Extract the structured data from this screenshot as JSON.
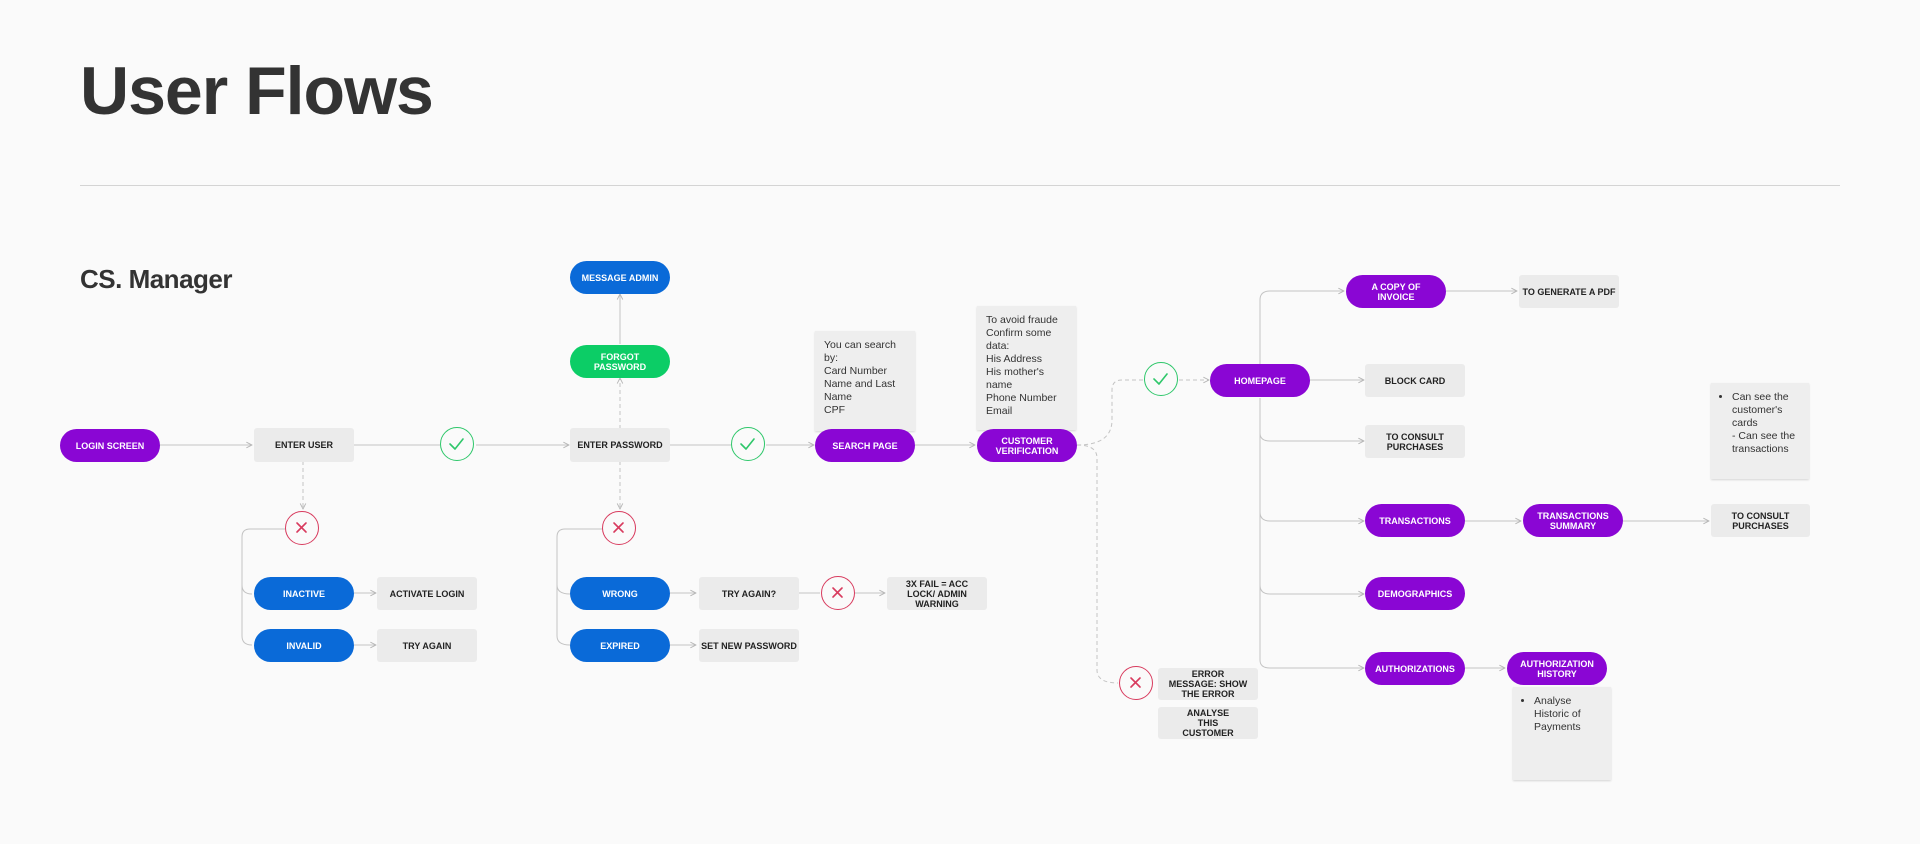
{
  "title": "User Flows",
  "subtitle": "CS. Manager",
  "colors": {
    "purple": "#8a06d4",
    "blue": "#0a6ad8",
    "green": "#0ccd66",
    "ok": "#2ec76a",
    "error": "#d83b5e"
  },
  "nodes": {
    "login_screen": "LOGIN SCREEN",
    "enter_user": "ENTER USER",
    "inactive": "INACTIVE",
    "activate_login": "ACTIVATE LOGIN",
    "invalid": "INVALID",
    "try_again": "TRY AGAIN",
    "message_admin": "MESSAGE ADMIN",
    "forgot_password": "FORGOT PASSWORD",
    "enter_password": "ENTER PASSWORD",
    "wrong": "WRONG",
    "try_again_q": "TRY AGAIN?",
    "acc_lock": "3X FAIL = ACC LOCK/ ADMIN WARNING",
    "expired": "EXPIRED",
    "set_new_password": "SET NEW PASSWORD",
    "search_page": "SEARCH PAGE",
    "customer_verification": "CUSTOMER VERIFICATION",
    "error_message": "ERROR MESSAGE: SHOW THE ERROR",
    "analyse_customer": "ANALYSE THIS CUSTOMER",
    "homepage": "HOMEPAGE",
    "copy_invoice": "A COPY OF INVOICE",
    "generate_pdf": "TO GENERATE A PDF",
    "block_card": "BLOCK CARD",
    "consult_purchases": "TO CONSULT PURCHASES",
    "transactions": "TRANSACTIONS",
    "transactions_summary": "TRANSACTIONS SUMMARY",
    "consult_purchases_2": "TO CONSULT PURCHASES",
    "demographics": "DEMOGRAPHICS",
    "authorizations": "AUTHORIZATIONS",
    "authorization_history": "AUTHORIZATION HISTORY"
  },
  "notes": {
    "search": [
      "You can search",
      "by:",
      "Card Number",
      "Name and Last",
      "Name",
      "CPF"
    ],
    "verification": [
      "To avoid fraude",
      "Confirm some",
      "data:",
      "His Address",
      "His mother's",
      "name",
      "Phone Number",
      "Email"
    ],
    "cards": [
      "Can see the customer's cards",
      "- Can see the transactions"
    ],
    "payments": [
      "Analyse Historic of Payments"
    ]
  }
}
